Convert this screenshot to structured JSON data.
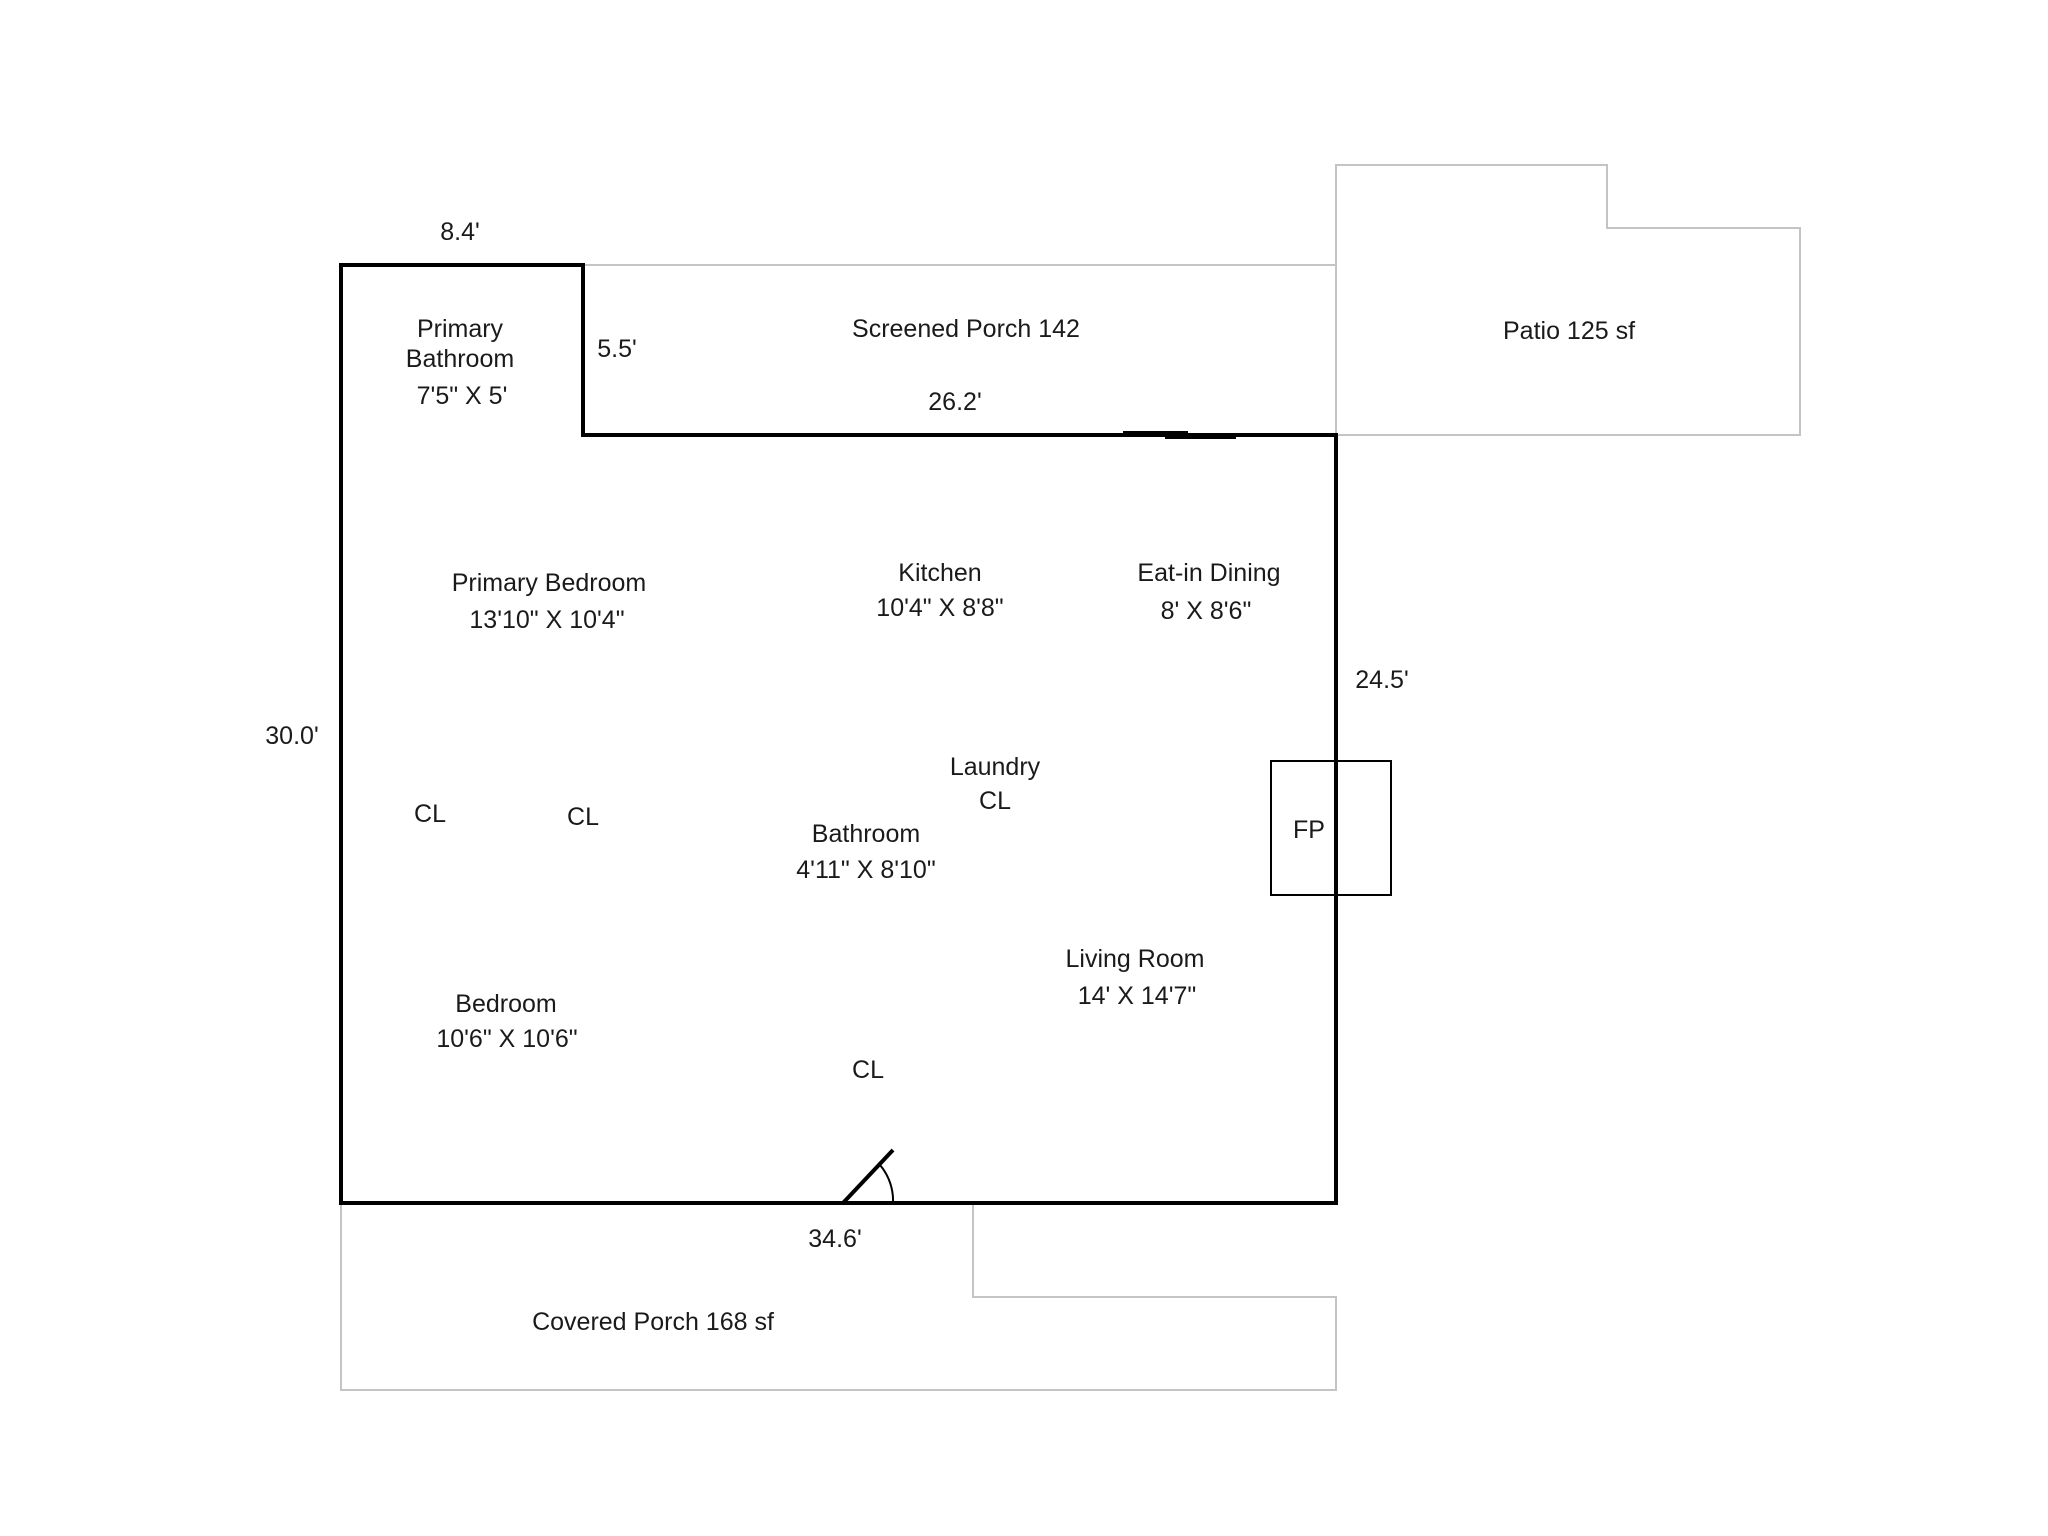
{
  "rooms": {
    "primary_bathroom": {
      "line1": "Primary",
      "line2": "Bathroom",
      "size": "7'5\" X 5'"
    },
    "primary_bedroom": {
      "name": "Primary Bedroom",
      "size": "13'10\" X 10'4\""
    },
    "kitchen": {
      "name": "Kitchen",
      "size": "10'4\" X 8'8\""
    },
    "eat_in_dining": {
      "name": "Eat-in Dining",
      "size": "8' X 8'6\""
    },
    "laundry": {
      "name": "Laundry",
      "closet": "CL"
    },
    "bathroom": {
      "name": "Bathroom",
      "size": "4'11\" X 8'10\""
    },
    "living_room": {
      "name": "Living Room",
      "size": "14' X 14'7\""
    },
    "bedroom": {
      "name": "Bedroom",
      "size": "10'6\" X 10'6\""
    }
  },
  "closets": [
    "CL",
    "CL",
    "CL"
  ],
  "fireplace": "FP",
  "outdoor": {
    "screened_porch": "Screened Porch 142",
    "patio": "Patio 125 sf",
    "covered_porch": "Covered Porch 168 sf"
  },
  "dimensions": {
    "top": "8.4'",
    "notch_vertical": "5.5'",
    "notch_horizontal": "26.2'",
    "left": "30.0'",
    "right": "24.5'",
    "bottom": "34.6'"
  }
}
